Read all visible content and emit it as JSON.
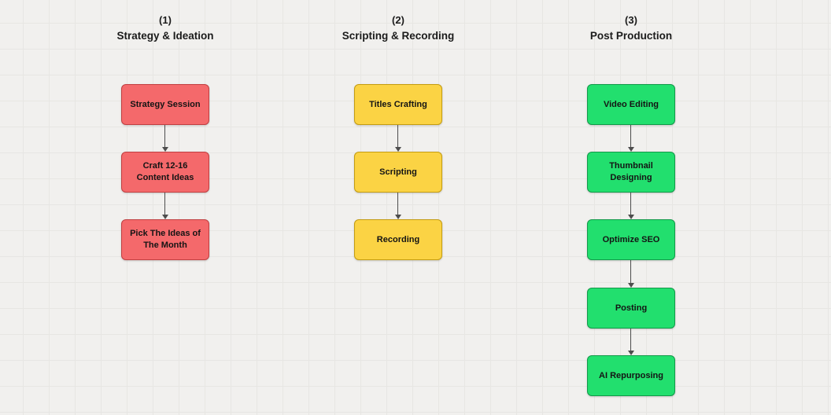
{
  "canvas": {
    "background": "#f1f0ee",
    "grid_color": "#e7e6e3",
    "arrow_color": "#4d4d4d"
  },
  "columns": [
    {
      "number": "(1)",
      "title": "Strategy & Ideation",
      "fill": "#f4696b",
      "border": "#c13f41",
      "nodes": [
        {
          "label": "Strategy Session"
        },
        {
          "label": "Craft 12-16 Content Ideas"
        },
        {
          "label": "Pick The Ideas of The Month"
        }
      ]
    },
    {
      "number": "(2)",
      "title": "Scripting & Recording",
      "fill": "#fbd344",
      "border": "#c49c10",
      "nodes": [
        {
          "label": "Titles Crafting"
        },
        {
          "label": "Scripting"
        },
        {
          "label": "Recording"
        }
      ]
    },
    {
      "number": "(3)",
      "title": "Post Production",
      "fill": "#22df6e",
      "border": "#119a49",
      "nodes": [
        {
          "label": "Video Editing"
        },
        {
          "label": "Thumbnail Designing"
        },
        {
          "label": "Optimize SEO"
        },
        {
          "label": "Posting"
        },
        {
          "label": "AI Repurposing"
        }
      ]
    }
  ]
}
